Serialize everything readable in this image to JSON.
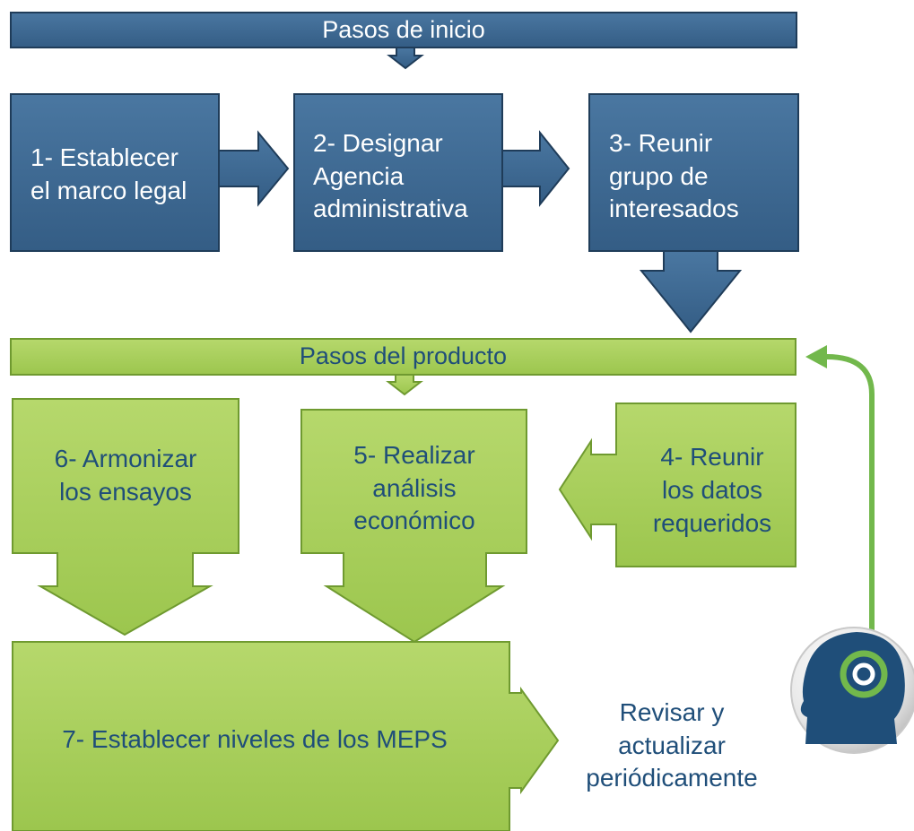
{
  "start_header": "Pasos de inicio",
  "product_header": "Pasos del producto",
  "steps": {
    "s1": "1- Establecer\nel marco legal",
    "s2": "2- Designar\nAgencia\nadministrativa",
    "s3": "3- Reunir\ngrupo de\ninteresados",
    "s4": "4- Reunir\nlos datos\nrequeridos",
    "s5": "5- Realizar\nanálisis\neconómico",
    "s6": "6- Armonizar\nlos ensayos",
    "s7": "7- Establecer niveles de los MEPS"
  },
  "review_text": "Revisar y\nactualizar\nperiódicamente",
  "colors": {
    "blue_fill": "#3e6a93",
    "blue_border": "#1f3c59",
    "green_fill": "#a9cf5b",
    "green_border": "#6f9a30",
    "green_text": "#1f4e79",
    "cycle_arrow": "#72b84c"
  },
  "icons": {
    "review_icon": "head-with-refresh-spiral-icon"
  }
}
